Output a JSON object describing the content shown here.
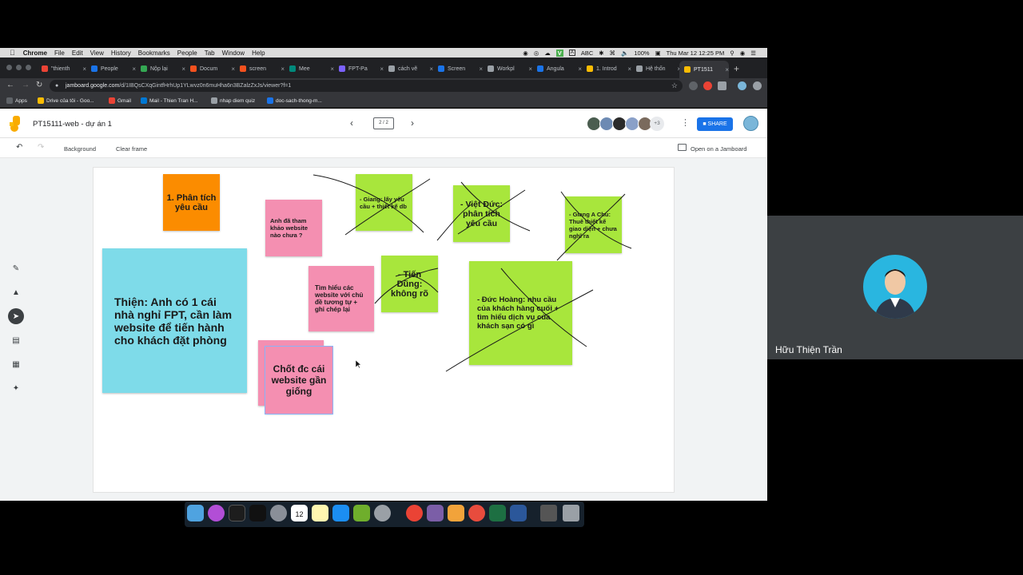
{
  "menubar": {
    "app": "Chrome",
    "items": [
      "File",
      "Edit",
      "View",
      "History",
      "Bookmarks",
      "People",
      "Tab",
      "Window",
      "Help"
    ],
    "battery": "100%",
    "clock": "Thu Mar 12  12:25 PM",
    "abc": "ABC"
  },
  "tabs": [
    {
      "label": "\"thienth",
      "color": "#ea4335"
    },
    {
      "label": "People",
      "color": "#1a73e8"
    },
    {
      "label": "Nộp lại",
      "color": "#34a853"
    },
    {
      "label": "Docum",
      "color": "#f4511e"
    },
    {
      "label": "screen",
      "color": "#f4511e"
    },
    {
      "label": "Mee",
      "color": "#00897b"
    },
    {
      "label": "FPT-Pa",
      "color": "#7b61ff"
    },
    {
      "label": "cách vẽ",
      "color": "#9aa0a6"
    },
    {
      "label": "Screen",
      "color": "#1a73e8"
    },
    {
      "label": "Workpl",
      "color": "#9aa0a6"
    },
    {
      "label": "Angula",
      "color": "#1a73e8"
    },
    {
      "label": "1. Introd",
      "color": "#fbbc04"
    },
    {
      "label": "Hệ thốn",
      "color": "#9aa0a6"
    },
    {
      "label": "PT1511",
      "color": "#fbbc04"
    }
  ],
  "address": {
    "host": "jamboard.google.com",
    "path": "/d/1IBQsCXqGintfHrhUp1YLwvz0n6muHha6n3BZalzZxJs/viewer?f=1"
  },
  "bookmarks": [
    {
      "label": "Apps",
      "color": "#5f6368"
    },
    {
      "label": "Drive của tôi - Goo...",
      "color": "#fbbc04"
    },
    {
      "label": "Gmail",
      "color": "#ea4335"
    },
    {
      "label": "Mail - Thien Tran H...",
      "color": "#0078d4"
    },
    {
      "label": "nhap diem quiz",
      "color": "#9aa0a6"
    },
    {
      "label": "doc-sach-thong-m...",
      "color": "#1a73e8"
    }
  ],
  "jamboard": {
    "title": "PT15111-web - dự án 1",
    "frame_indicator": "2 / 2",
    "more_collaborators": "+3",
    "share_label": "SHARE",
    "background_label": "Background",
    "clear_frame_label": "Clear frame",
    "open_on_label": "Open on a Jamboard",
    "notes": [
      {
        "id": "phan-tich",
        "text": "1. Phân tích yêu cầu",
        "color": "#fb8c00"
      },
      {
        "id": "anh-da-tham-khao",
        "text": "Anh đã tham khảo website nào chưa ?",
        "color": "#f48fb1"
      },
      {
        "id": "giang-lay-yeu-cau",
        "text": "- Giang: lấy yêu cầu + thiết kế db",
        "color": "#a8e63c"
      },
      {
        "id": "viet-duc",
        "text": "- Việt Đức: phân tích yêu cầu",
        "color": "#a8e63c"
      },
      {
        "id": "giang-a-chu",
        "text": "- Giang A Chu: Thuê thiết kế giao diện + chưa nghĩ ra",
        "color": "#a8e63c"
      },
      {
        "id": "thien",
        "text": "Thiện: Anh có 1 cái nhà nghỉ FPT, cần làm website để tiến hành cho khách đặt phòng",
        "color": "#7edbe9"
      },
      {
        "id": "tim-hieu",
        "text": "Tìm hiểu các website với chủ đề tương tự + ghi chép lại",
        "color": "#f48fb1"
      },
      {
        "id": "tien-dung",
        "text": "- Tiến Dũng: không rõ",
        "color": "#a8e63c"
      },
      {
        "id": "duc-hoang",
        "text": "- Đức Hoàng: nhu cầu của khách hàng cuối + tìm hiểu dịch vụ của khách sạn có gì",
        "color": "#a8e63c"
      },
      {
        "id": "chot",
        "text": "Chốt đc cái website gần giống",
        "color": "#f48fb1"
      }
    ]
  },
  "video": {
    "name": "Hữu Thiện Trần"
  },
  "dock": {
    "calendar_day": "12"
  }
}
